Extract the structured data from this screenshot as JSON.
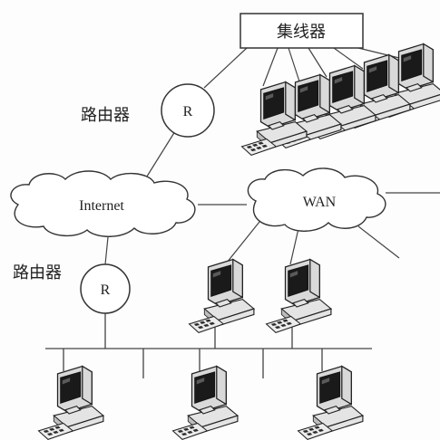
{
  "labels": {
    "hub": "集线器",
    "router_top": "路由器",
    "router_bottom": "路由器",
    "router_symbol_top": "R",
    "router_symbol_bottom": "R",
    "cloud_internet": "Internet",
    "cloud_wan": "WAN"
  },
  "icons": {
    "computer": "desktop-computer-icon"
  }
}
